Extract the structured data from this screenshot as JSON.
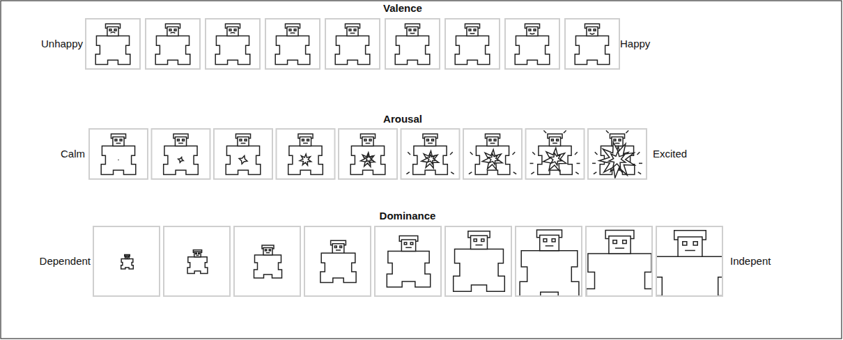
{
  "diagram": {
    "labels": [
      "Valence",
      "Unhappy",
      "Happy",
      "Arousal",
      "Calm",
      "Excited",
      "Dominance",
      "Dependent",
      "Indepent"
    ]
  }
}
